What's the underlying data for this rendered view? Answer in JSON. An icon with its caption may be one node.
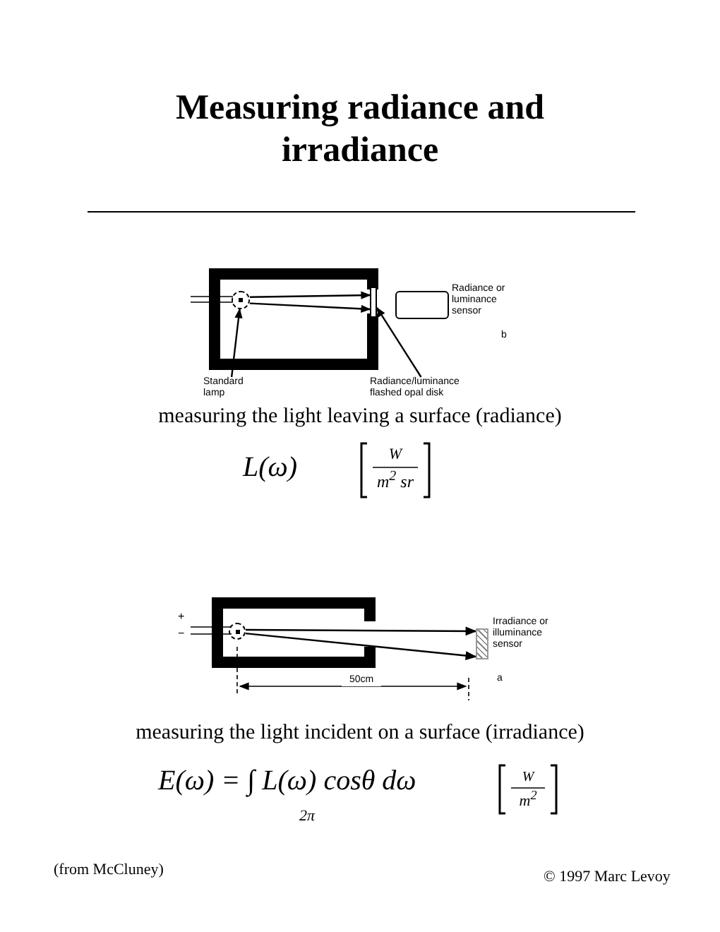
{
  "diagram": {
    "title": "Measuring radiance and irradiance",
    "nodes": [
      {
        "text": [
          "Standard lamp"
        ]
      },
      {
        "text": [],
        "shape": "circle"
      },
      {
        "text": [
          "Radiance/luminance flashed opal disk"
        ]
      },
      {
        "text": [],
        "shape": "box"
      },
      {
        "text": [],
        "shape": "box",
        "beside": [
          "Radiance or luminance sensor"
        ]
      },
      {
        "text": [],
        "shape": "circle"
      },
      {
        "text": [],
        "shape": "box",
        "beside": [
          "Irradiance or illuminance sensor"
        ]
      }
    ],
    "edges": [
      {
        "from": 0,
        "to": 1,
        "arrow": "to"
      },
      {
        "from": 2,
        "to": 3,
        "arrow": "to"
      },
      {
        "from": 1,
        "to": 3,
        "arrow": "to"
      },
      {
        "from": 1,
        "to": 3,
        "arrow": "to"
      },
      {
        "from": 5,
        "to": 6,
        "arrow": "to"
      },
      {
        "from": 5,
        "to": 6,
        "arrow": "to"
      }
    ],
    "labels": [
      "b",
      "measuring the light leaving a surface  (radiance)",
      "L(ω)",
      "W",
      "m$^{2}$ sr",
      "+",
      "−",
      "50cm",
      "a",
      "measuring the light incident on a surface  (irradiance)",
      "E(ω) = ∫ L(ω) cosθ dω",
      "2π",
      "W",
      "m$^{2}$",
      "(from McCluney)",
      "© 1997 Marc Levoy"
    ]
  }
}
